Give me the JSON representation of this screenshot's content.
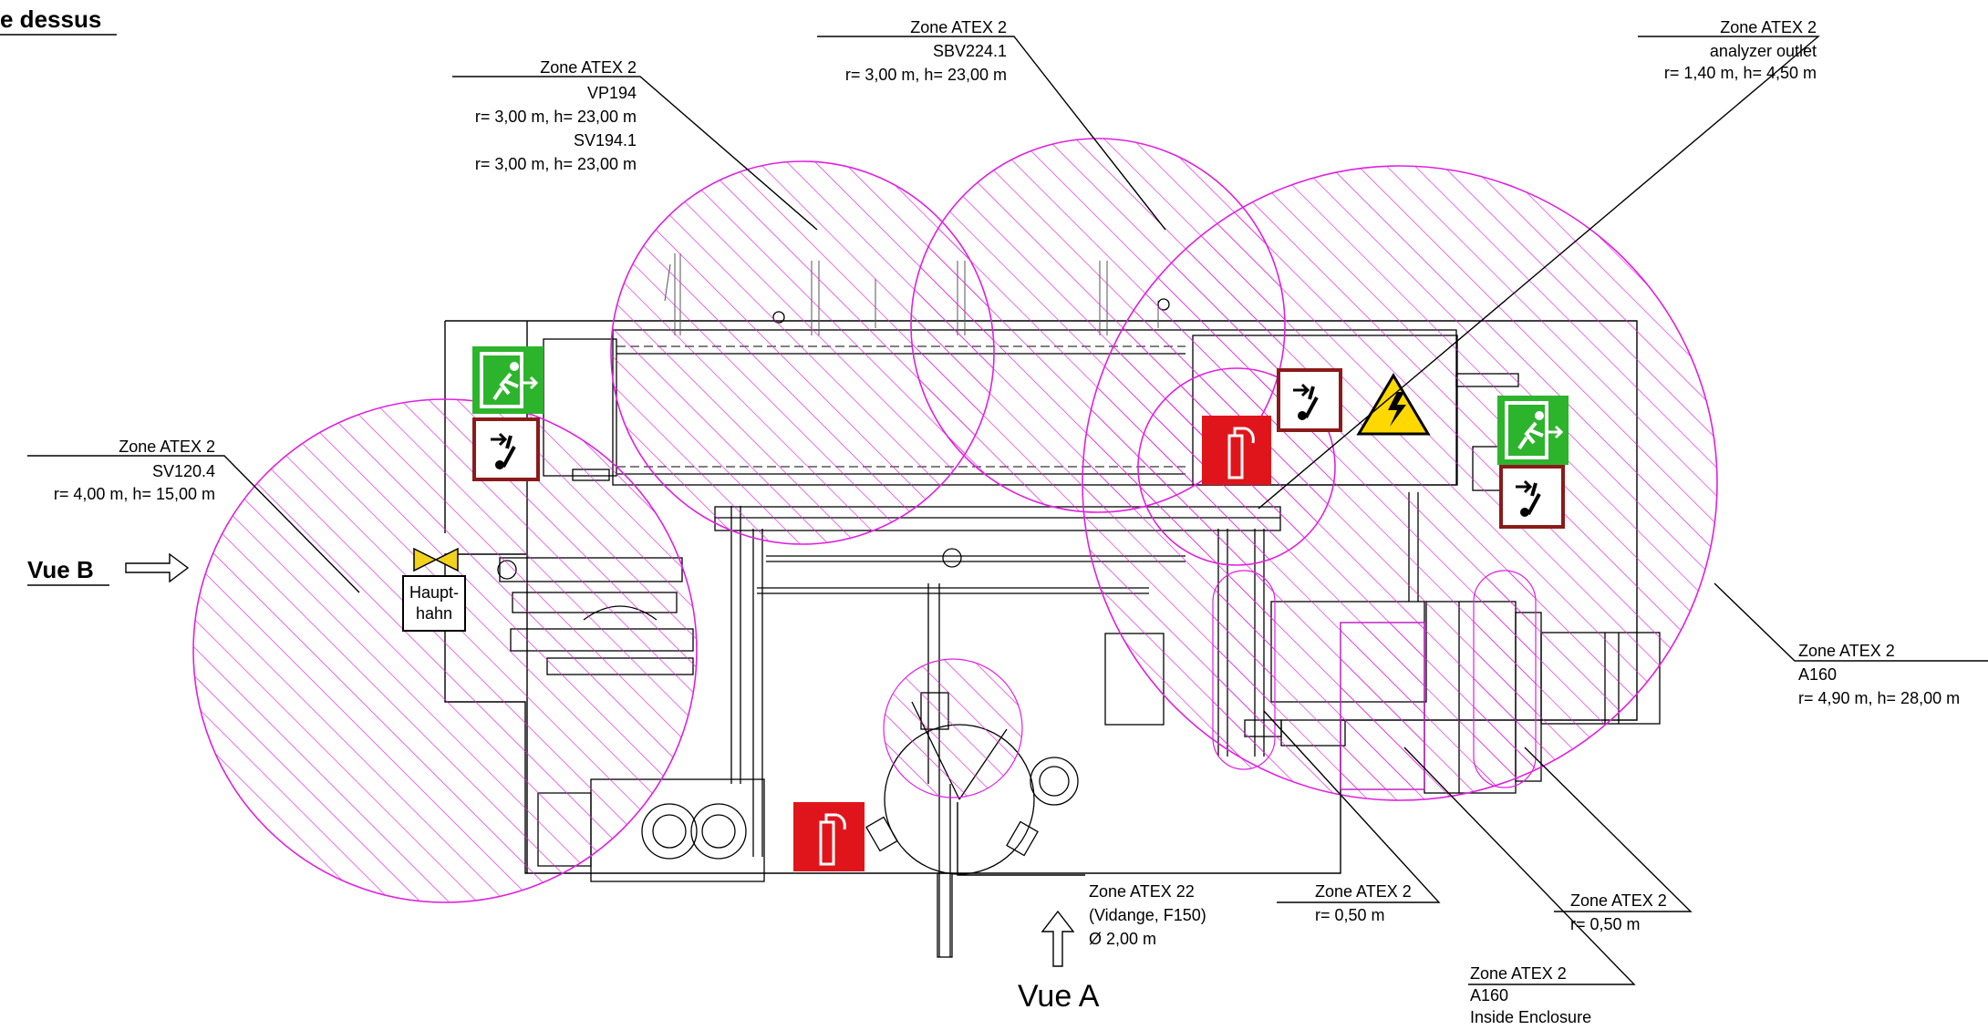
{
  "drawing": {
    "section_title": "e dessus",
    "view_b": "Vue B",
    "view_a": "Vue A"
  },
  "zones": [
    {
      "id": "sv120",
      "lines": [
        "Zone ATEX 2",
        "SV120.4",
        "r= 4,00 m, h= 15,00 m"
      ]
    },
    {
      "id": "vp194",
      "lines": [
        "Zone ATEX 2",
        "VP194",
        "r= 3,00 m, h= 23,00 m",
        "SV194.1",
        "r= 3,00 m, h= 23,00 m"
      ]
    },
    {
      "id": "sbv224",
      "lines": [
        "Zone ATEX 2",
        "SBV224.1",
        "r= 3,00 m, h= 23,00 m"
      ]
    },
    {
      "id": "analyzer",
      "lines": [
        "Zone ATEX 2",
        "analyzer outlet",
        "r= 1,40 m, h= 4,50 m"
      ]
    },
    {
      "id": "a160",
      "lines": [
        "Zone ATEX 2",
        "A160",
        "r= 4,90 m, h= 28,00 m"
      ]
    },
    {
      "id": "vidange",
      "lines": [
        "Zone ATEX 22",
        "(Vidange, F150)",
        "Ø 2,00 m"
      ]
    },
    {
      "id": "small1",
      "lines": [
        "Zone ATEX 2",
        "r= 0,50 m"
      ]
    },
    {
      "id": "small2",
      "lines": [
        "Zone ATEX 2",
        "r= 0,50 m"
      ]
    },
    {
      "id": "enclosure",
      "lines": [
        "Zone ATEX 2",
        "A160",
        "Inside Enclosure"
      ]
    }
  ],
  "signs": {
    "valve_label": "Haupt-hahn",
    "icons": [
      "emergency-exit-sign",
      "emergency-stop-sign",
      "fire-extinguisher-sign",
      "high-voltage-warning-sign"
    ]
  },
  "colors": {
    "atex_zone": "#e020e0",
    "exit_green": "#2db42d",
    "fire_red": "#e0151b",
    "stop_border": "#8b1a1a",
    "warning_yellow": "#ffd800",
    "valve_yellow": "#f2d21b"
  }
}
